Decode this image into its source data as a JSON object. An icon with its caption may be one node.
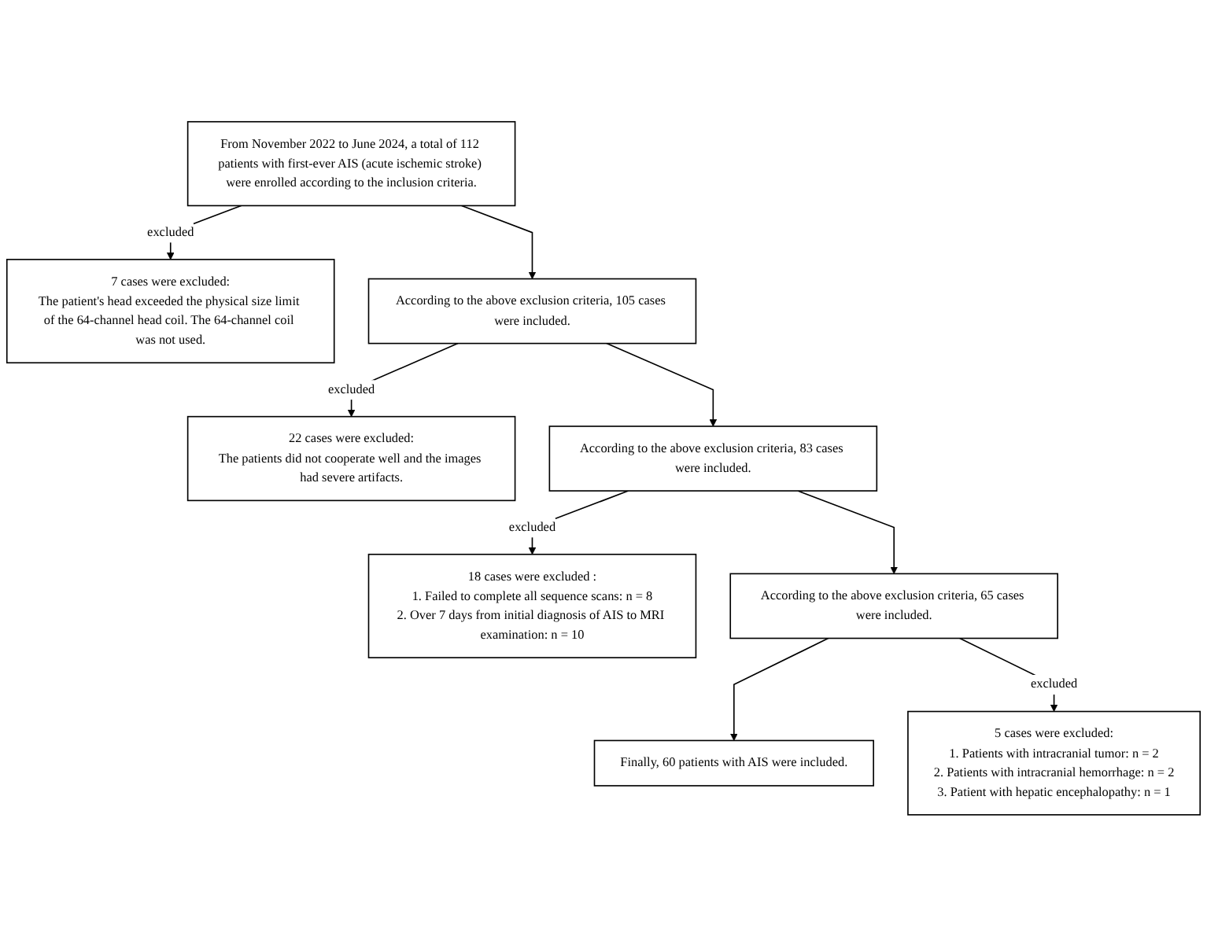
{
  "diagram": {
    "nodes": [
      {
        "text": [
          "From November 2022 to June 2024, a total of 112 patients with first-ever AIS (acute ischemic stroke) were enrolled according to the inclusion criteria."
        ]
      },
      {
        "text": [
          "7 cases were excluded:",
          "The patient's head exceeded the physical size limit of the 64-channel head coil. The 64-channel coil was not used."
        ]
      },
      {
        "text": [
          "According to the above exclusion criteria, 105 cases were included."
        ]
      },
      {
        "text": [
          "22 cases were excluded:",
          "The patients did not cooperate well and the images had severe artifacts."
        ]
      },
      {
        "text": [
          "According to the above exclusion criteria, 83 cases were included."
        ]
      },
      {
        "text": [
          "18 cases were excluded :",
          "1. Failed to complete all sequence scans: n = 8",
          "2. Over 7 days from initial diagnosis of AIS to MRI examination: n = 10"
        ]
      },
      {
        "text": [
          "According to the above exclusion criteria, 65 cases were included."
        ]
      },
      {
        "text": [
          "5 cases were excluded:",
          "1. Patients with intracranial tumor: n = 2",
          "2. Patients with intracranial hemorrhage: n = 2",
          "3. Patient with hepatic encephalopathy: n = 1"
        ]
      },
      {
        "text": [
          "Finally, 60 patients with AIS were included."
        ]
      }
    ],
    "edges": [
      {
        "from": 0,
        "to": 2,
        "arrow": "to"
      },
      {
        "from": 0,
        "to": 1,
        "arrow": "to",
        "label": "excluded"
      },
      {
        "from": 2,
        "to": 4,
        "arrow": "to"
      },
      {
        "from": 2,
        "to": 3,
        "arrow": "to",
        "label": "excluded"
      },
      {
        "from": 4,
        "to": 6,
        "arrow": "to"
      },
      {
        "from": 4,
        "to": 5,
        "arrow": "to",
        "label": "excluded"
      },
      {
        "from": 6,
        "to": 8,
        "arrow": "to"
      },
      {
        "from": 6,
        "to": 7,
        "arrow": "to",
        "label": "excluded"
      }
    ]
  }
}
